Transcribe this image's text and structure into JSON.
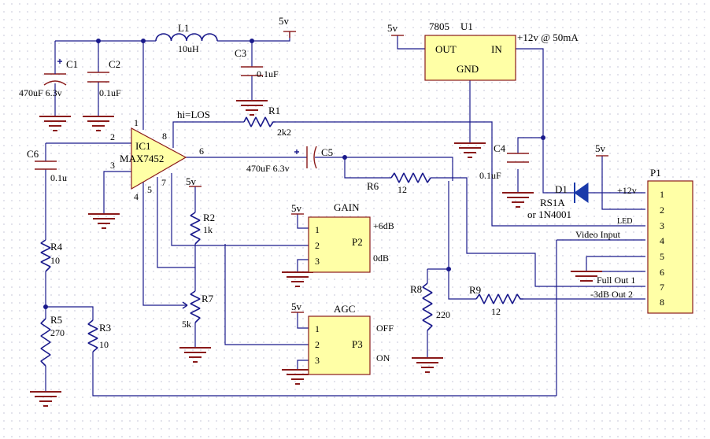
{
  "labels": {
    "l1_ref": "L1",
    "l1_val": "10uH",
    "c1_ref": "C1",
    "c1_val": "470uF 6.3v",
    "c2_ref": "C2",
    "c2_val": "0.1uF",
    "c3_ref": "C3",
    "c3_val": "0.1uF",
    "c4_ref": "C4",
    "c4_val": "0.1uF",
    "c5_ref": "C5",
    "c5_val": "470uF 6.3v",
    "c6_ref": "C6",
    "c6_val": "0.1u",
    "r1_ref": "R1",
    "r1_val": "2k2",
    "r2_ref": "R2",
    "r2_val": "1k",
    "r3_ref": "R3",
    "r3_val": "10",
    "r4_ref": "R4",
    "r4_val": "10",
    "r5_ref": "R5",
    "r5_val": "270",
    "r6_ref": "R6",
    "r6_val": "12",
    "r7_ref": "R7",
    "r7_val": "5k",
    "r8_ref": "R8",
    "r8_val": "220",
    "r9_ref": "R9",
    "r9_val": "12",
    "d1_ref": "D1",
    "d1_val": "RS1A",
    "d1_alt": "or 1N4001",
    "u1_ref": "U1",
    "u1_part": "7805",
    "u1_out": "OUT",
    "u1_in": "IN",
    "u1_gnd": "GND",
    "ic1_ref": "IC1",
    "ic1_part": "MAX7452",
    "ic1_pins": [
      "1",
      "2",
      "3",
      "4",
      "5",
      "6",
      "7",
      "8"
    ],
    "supply": "5v",
    "plus12_note": "+12v @ 50mA",
    "los_note": "hi=LOS",
    "gain_title": "GAIN",
    "gain_opt_a": "+6dB",
    "gain_opt_b": "0dB",
    "gain_ref": "P2",
    "agc_title": "AGC",
    "agc_opt_a": "OFF",
    "agc_opt_b": "ON",
    "agc_ref": "P3",
    "jumper_pins": [
      "1",
      "2",
      "3"
    ],
    "p1_ref": "P1",
    "p1_pins": [
      "1",
      "2",
      "3",
      "4",
      "5",
      "6",
      "7",
      "8"
    ],
    "net_12v": "+12v",
    "net_led": "LED",
    "net_video_in": "Video Input",
    "net_full_out": "Full Out 1",
    "net_3db_out": "-3dB Out 2"
  }
}
